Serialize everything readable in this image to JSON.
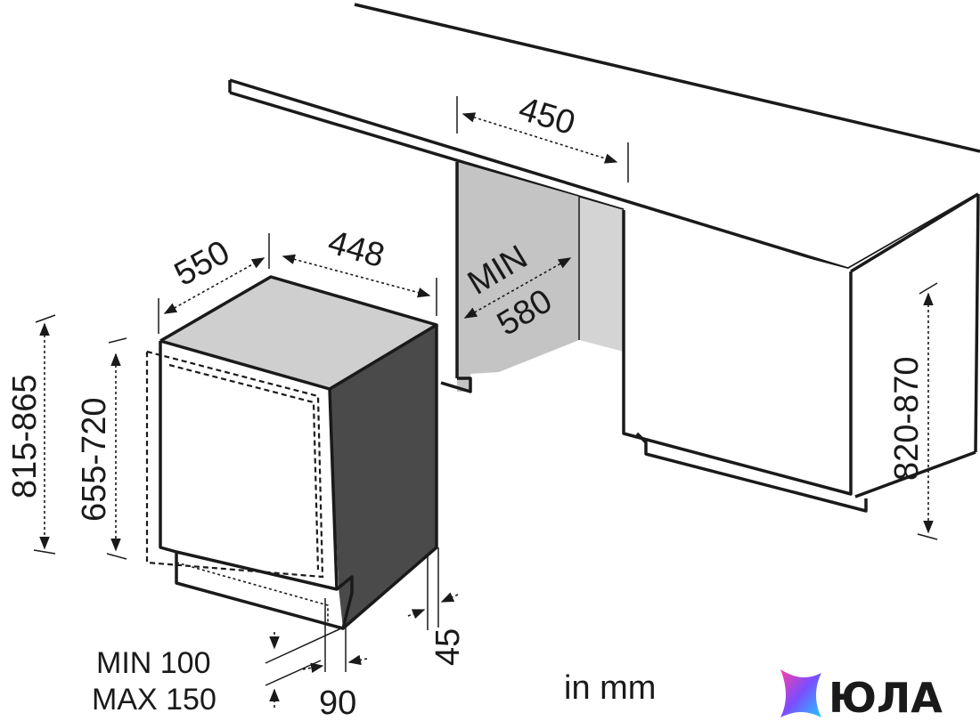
{
  "dimensions": {
    "niche_width": "450",
    "appliance_depth": "550",
    "appliance_width": "448",
    "niche_depth_min_label": "MIN",
    "niche_depth_min_value": "580",
    "cabinet_height": "820-870",
    "appliance_height": "815-865",
    "door_height": "655-720",
    "plinth_min": "MIN 100",
    "plinth_max": "MAX 150",
    "plinth_depth": "90",
    "foot_offset": "45"
  },
  "units_label": "in mm",
  "logo": {
    "text": "ЮЛА",
    "colors": [
      "#ff3ea5",
      "#7b4dff",
      "#22c7ff"
    ]
  }
}
